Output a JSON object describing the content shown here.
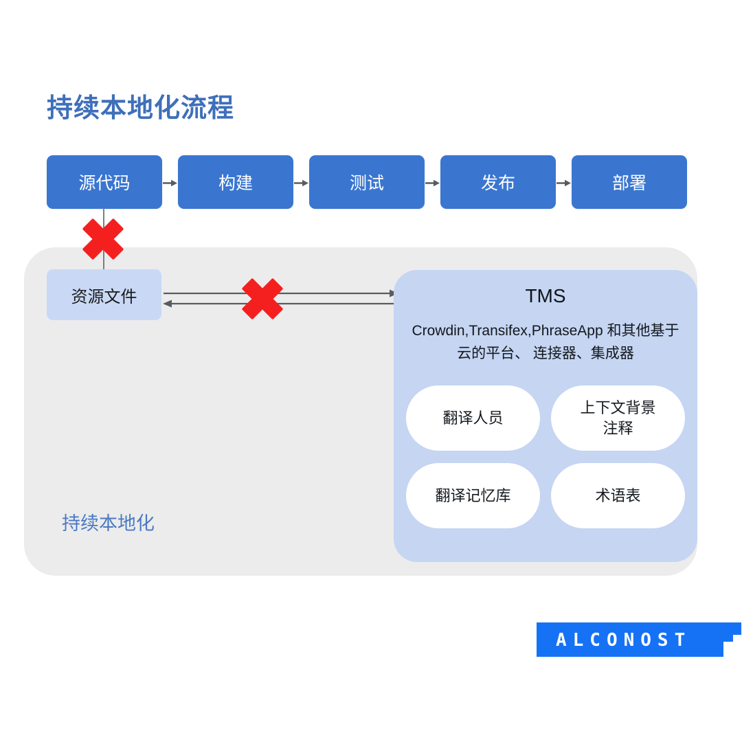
{
  "page": {
    "title": "持续本地化流程",
    "background_color": "#ffffff"
  },
  "colors": {
    "title_blue": "#3f6fba",
    "stage_blue": "#3a76d0",
    "panel_light_blue": "#c5d5f2",
    "resource_box_blue": "#c9d9f5",
    "container_grey": "#ececec",
    "cross_red": "#f42020",
    "logo_blue": "#1672f5",
    "arrow_grey": "#585c62"
  },
  "pipeline": {
    "stages": [
      {
        "label": "源代码"
      },
      {
        "label": "构建"
      },
      {
        "label": "测试"
      },
      {
        "label": "发布"
      },
      {
        "label": "部署"
      }
    ],
    "arrows": [
      {
        "name": "arrow-source-to-build"
      },
      {
        "name": "arrow-build-to-test"
      },
      {
        "name": "arrow-test-to-release"
      },
      {
        "name": "arrow-release-to-deploy"
      }
    ]
  },
  "localization_container": {
    "label": "持续本地化",
    "resource_box": {
      "label": "资源文件"
    },
    "blockers": [
      {
        "name": "cross-source-to-resource"
      },
      {
        "name": "cross-resource-to-tms"
      }
    ],
    "exchange_arrows": {
      "to_tms": "资源文件 → TMS",
      "to_resource": "TMS → 资源文件"
    }
  },
  "tms": {
    "title": "TMS",
    "description": "Crowdin,Transifex,PhraseApp 和其他基于云的平台、 连接器、集成器",
    "cards": [
      {
        "label": "翻译人员"
      },
      {
        "label": "上下文背景\n注释"
      },
      {
        "label": "翻译记忆库"
      },
      {
        "label": "术语表"
      }
    ]
  },
  "logo": {
    "text": "ALCONOST"
  }
}
